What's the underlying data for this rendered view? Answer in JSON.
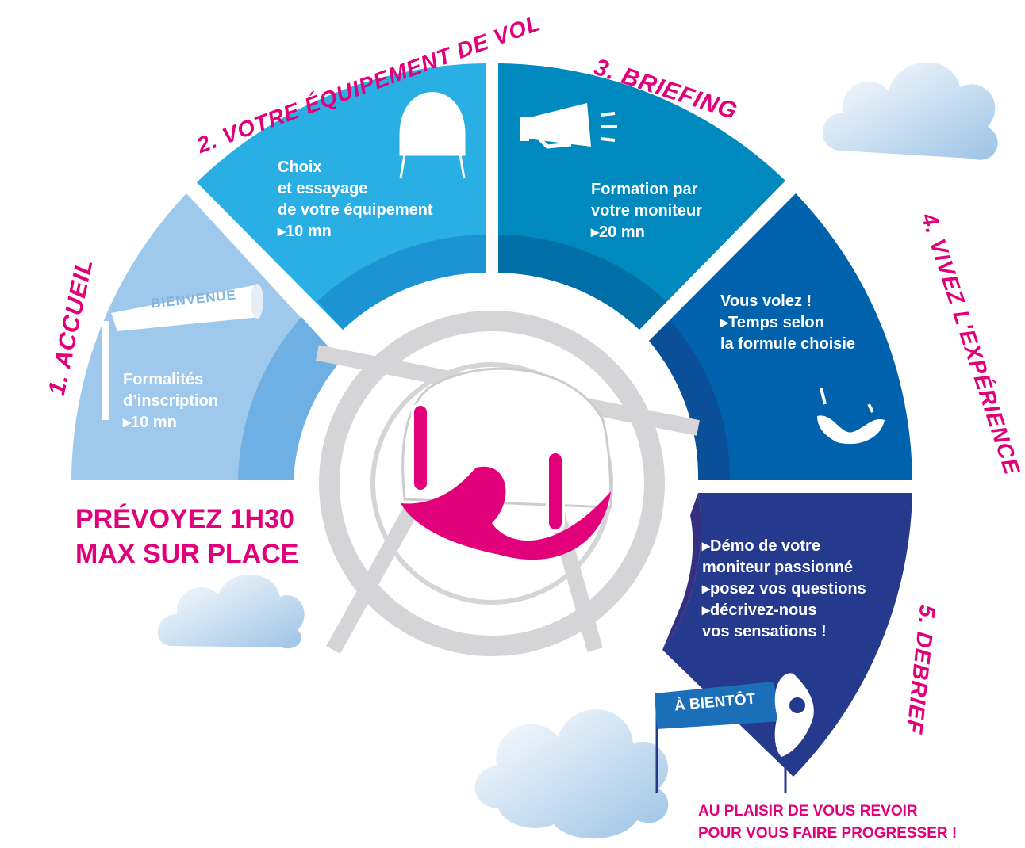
{
  "steps": [
    {
      "title": "1. Accueil",
      "color": "#9fc9ec",
      "lines": [
        "Formalités",
        "d’inscription",
        "▸10 mn"
      ]
    },
    {
      "title": "2. Votre équipement de vol",
      "color": "#2aafe4",
      "lines": [
        "Choix",
        "et essayage",
        "de votre équipement",
        "▸10 mn"
      ]
    },
    {
      "title": "3. Briefing",
      "color": "#0089bf",
      "lines": [
        "Formation par",
        "votre moniteur",
        "▸20 mn"
      ]
    },
    {
      "title": "4. Vivez l'expérience",
      "color": "#0062ad",
      "lines": [
        "Vous volez !",
        "▸Temps selon",
        "la formule choisie"
      ]
    },
    {
      "title": "5. Debrief",
      "color": "#263a8d",
      "lines": [
        "▸Démo de votre",
        "moniteur passionné",
        "▸posez vos questions",
        "▸décrivez-nous",
        "vos sensations !"
      ]
    }
  ],
  "banner": {
    "welcome": "Bienvenue",
    "bye": "À bientôt"
  },
  "duration": {
    "lines": [
      "Prévoyez 1h30",
      "max sur place"
    ]
  },
  "closing": {
    "lines": [
      "Au plaisir de vous revoir",
      "pour vous faire progresser !"
    ]
  },
  "accent_color": "#e2007a",
  "icons": [
    "windsock-icon",
    "helmet-goggles-icon",
    "megaphone-icon",
    "flying-hand-icon",
    "ok-hand-icon",
    "flyer-pictogram-icon",
    "cloud-icon"
  ]
}
